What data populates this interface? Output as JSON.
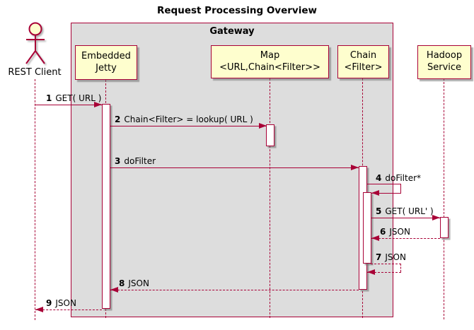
{
  "title": "Request Processing Overview",
  "frame": {
    "label": "Gateway"
  },
  "actor": {
    "name": "REST Client"
  },
  "participants": [
    {
      "id": "embedded-jetty",
      "line1": "Embedded",
      "line2": "Jetty"
    },
    {
      "id": "map",
      "line1": "Map",
      "line2": "<URL,Chain<Filter>>"
    },
    {
      "id": "chain",
      "line1": "Chain",
      "line2": "<Filter>"
    },
    {
      "id": "hadoop-service",
      "line1": "Hadoop",
      "line2": "Service"
    }
  ],
  "messages": [
    {
      "num": "1",
      "text": "GET( URL )",
      "style": "solid",
      "from": "REST Client",
      "to": "Embedded Jetty"
    },
    {
      "num": "2",
      "text": "Chain<Filter> = lookup( URL )",
      "style": "solid",
      "from": "Embedded Jetty",
      "to": "Map"
    },
    {
      "num": "3",
      "text": "doFilter",
      "style": "solid",
      "from": "Embedded Jetty",
      "to": "Chain"
    },
    {
      "num": "4",
      "text": "doFilter*",
      "style": "solid",
      "from": "Chain",
      "to": "Chain"
    },
    {
      "num": "5",
      "text": "GET( URL' )",
      "style": "solid",
      "from": "Chain",
      "to": "Hadoop Service"
    },
    {
      "num": "6",
      "text": "JSON",
      "style": "dashed",
      "from": "Hadoop Service",
      "to": "Chain"
    },
    {
      "num": "7",
      "text": "JSON",
      "style": "dashed",
      "from": "Chain",
      "to": "Chain"
    },
    {
      "num": "8",
      "text": "JSON",
      "style": "dashed",
      "from": "Chain",
      "to": "Embedded Jetty"
    },
    {
      "num": "9",
      "text": "JSON",
      "style": "dashed",
      "from": "Embedded Jetty",
      "to": "REST Client"
    }
  ],
  "colors": {
    "accent": "#A80036",
    "participant_fill": "#FEFECE",
    "frame_fill": "#DDDDDD"
  }
}
